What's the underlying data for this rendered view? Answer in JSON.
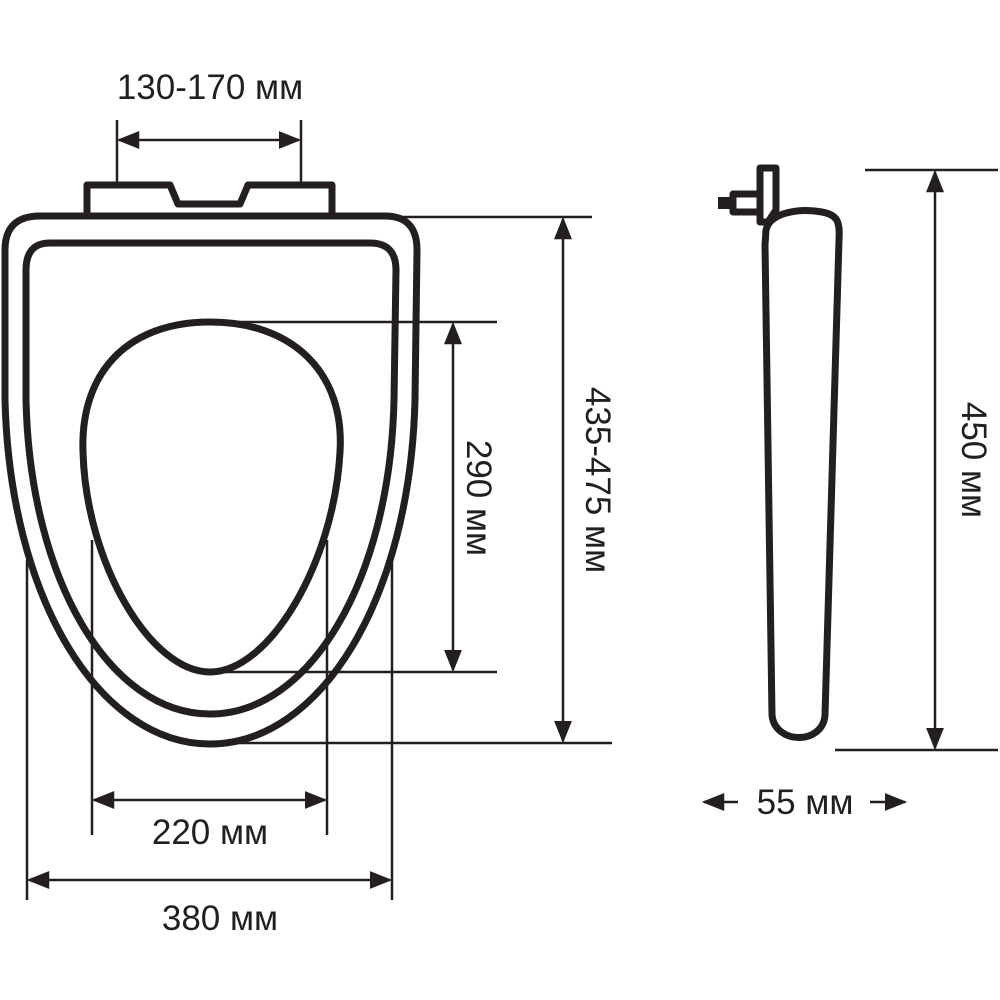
{
  "dimensions": {
    "hinge_spacing": "130-170 мм",
    "seat_length": "435-475 мм",
    "opening_length": "290 мм",
    "opening_width": "220 мм",
    "seat_width": "380 мм",
    "lid_length": "450 мм",
    "thickness": "55 мм"
  },
  "colors": {
    "line": "#231f20",
    "background": "#ffffff"
  }
}
